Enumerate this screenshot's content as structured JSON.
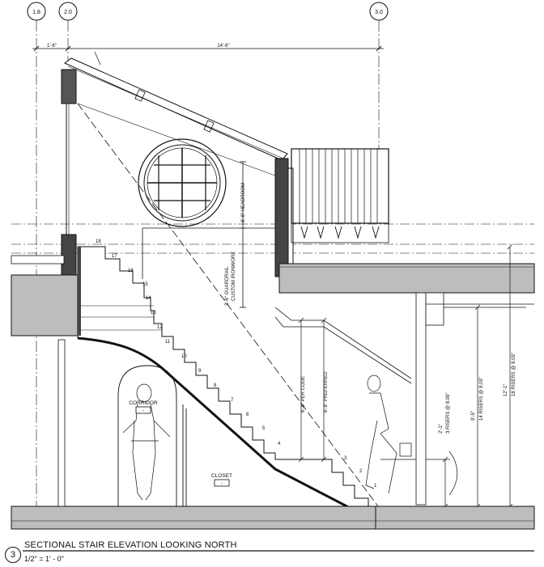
{
  "grid_lines": [
    "1.8",
    "2.0",
    "3.0"
  ],
  "dimensions": {
    "top_left": "1'-6\"",
    "top_main": "14'-6\"",
    "headroom": "6'-8\" HEADROOM",
    "guardrail": "3'-6\" GUARDRAIL",
    "custom_ironwork": "CUSTOM IRONWORK",
    "per_code": "6'-8\" PER CODE",
    "preferred": "6'-8\" PREFERRED",
    "three_risers_a": "2'-1\"",
    "three_risers_b": "3 RISERS @ 8.09\"",
    "fourteen_risers_a": "9'-5\"",
    "fourteen_risers_b": "14 RISERS @ 8.09\"",
    "eighteen_risers_a": "12'-1\"",
    "eighteen_risers_b": "18 RISERS @ 8.09\""
  },
  "riser_numbers": [
    "1",
    "2",
    "3",
    "4",
    "5",
    "6",
    "7",
    "8",
    "9",
    "10",
    "11",
    "12",
    "13",
    "14",
    "15",
    "16",
    "17",
    "18"
  ],
  "rooms": {
    "corridor": "CORRIDOR",
    "corridor_tag": "-",
    "closet": "CLOSET",
    "closet_tag": "-"
  },
  "title_block": {
    "number": "3",
    "title": "SECTIONAL STAIR ELEVATION LOOKING NORTH",
    "scale": "1/2\" = 1' - 0\""
  }
}
